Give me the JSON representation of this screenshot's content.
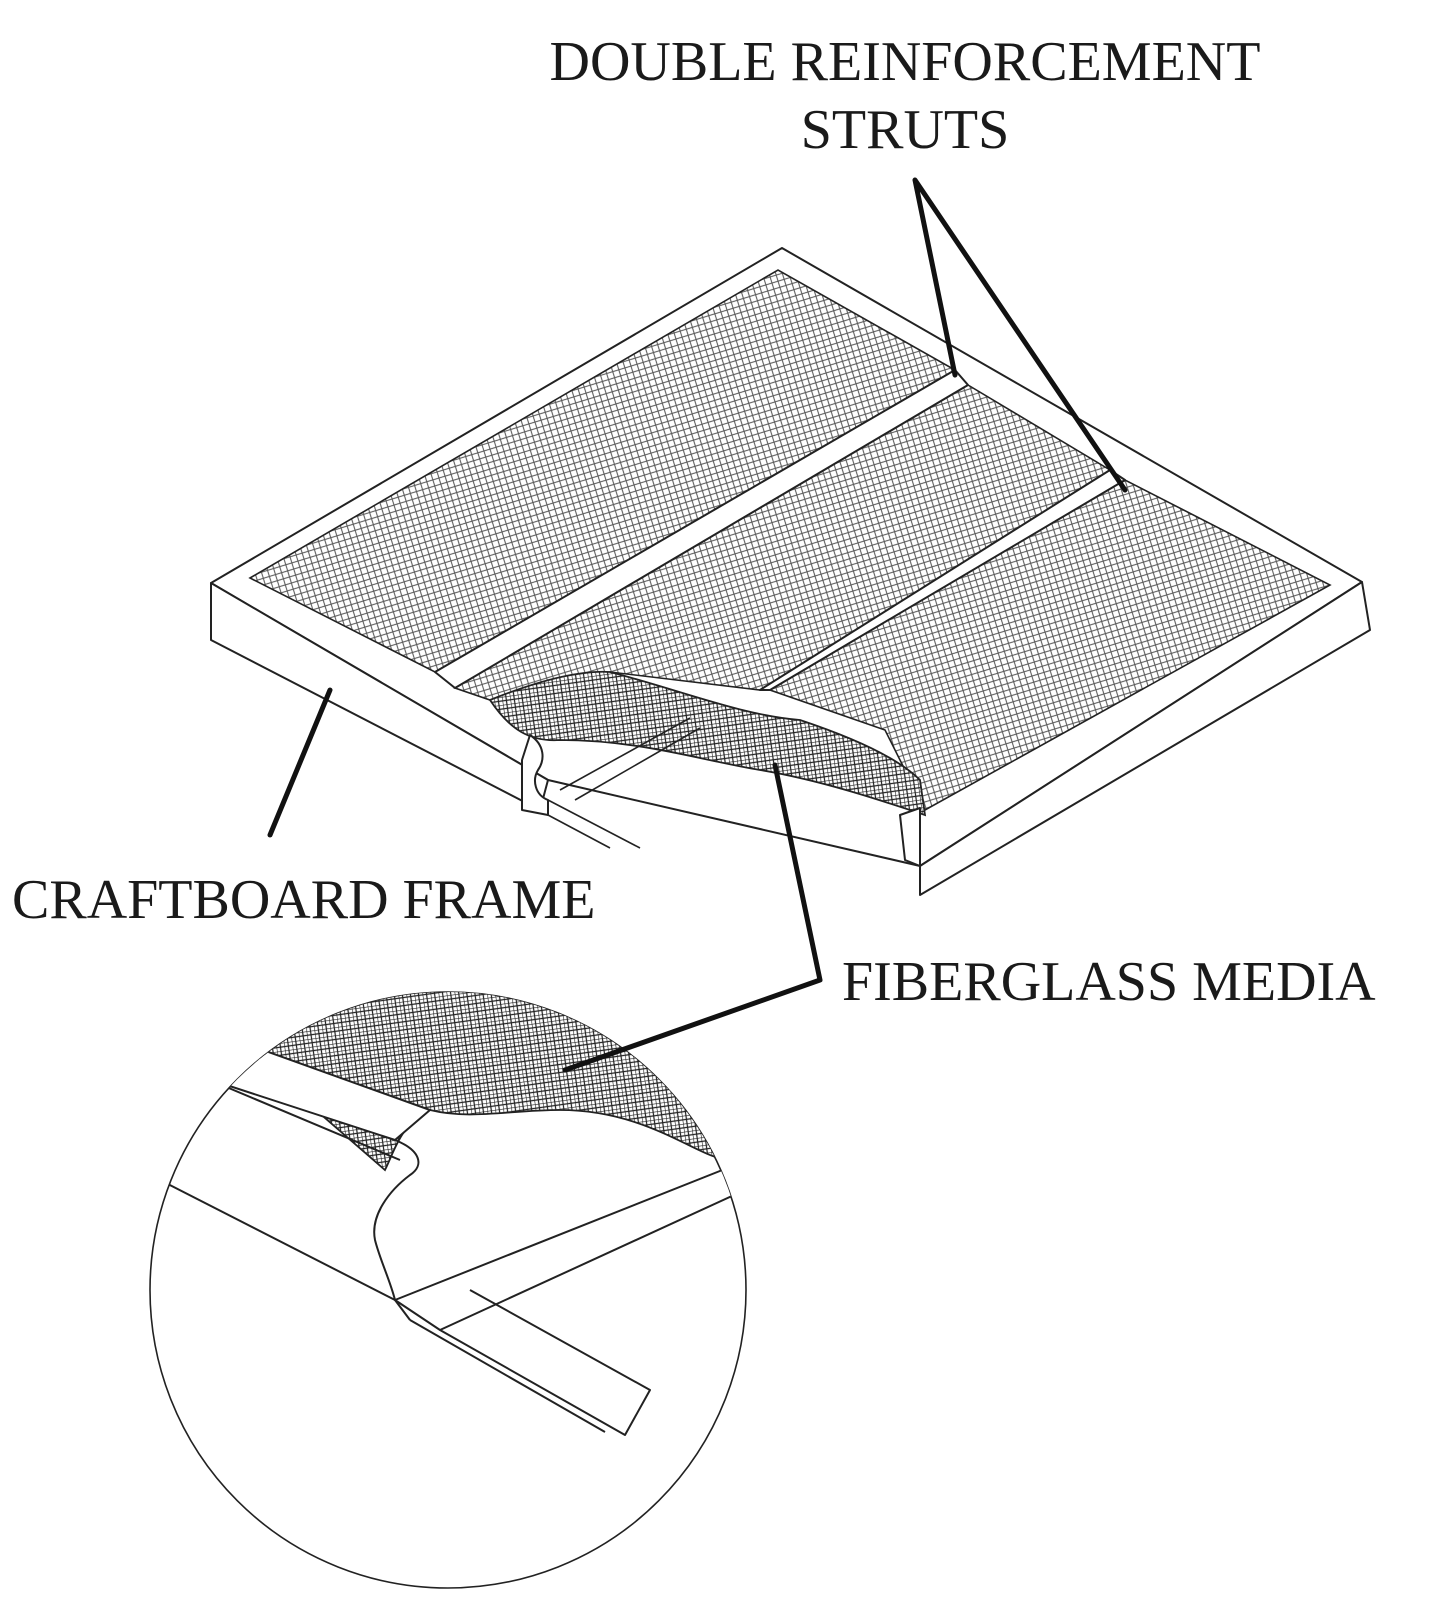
{
  "labels": {
    "struts_line1": "DOUBLE REINFORCEMENT",
    "struts_line2": "STRUTS",
    "frame": "CRAFTBOARD FRAME",
    "media": "FIBERGLASS MEDIA"
  },
  "colors": {
    "background": "#ffffff",
    "line": "#222222",
    "mesh": "#555555",
    "dense_mesh": "#222222"
  }
}
